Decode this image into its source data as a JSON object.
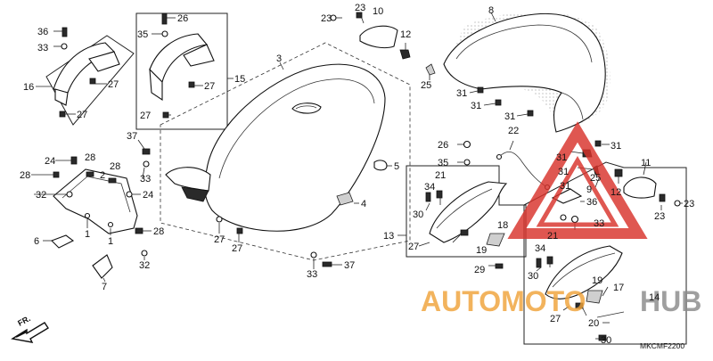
{
  "diagram_code": "MKCMF2200",
  "watermark": {
    "left": "AUTOMOTO",
    "right": "HUB"
  },
  "front_arrow_label": "FR.",
  "colors": {
    "watermark_red": "#d9332b",
    "watermark_orange": "#f0a33a",
    "watermark_grey": "#8a8a8a",
    "line": "#222222"
  },
  "callouts": [
    {
      "id": "c36a",
      "text": "36"
    },
    {
      "id": "c33a",
      "text": "33"
    },
    {
      "id": "c16",
      "text": "16"
    },
    {
      "id": "c27a",
      "text": "27"
    },
    {
      "id": "c27b",
      "text": "27"
    },
    {
      "id": "c26a",
      "text": "26"
    },
    {
      "id": "c35a",
      "text": "35"
    },
    {
      "id": "c15",
      "text": "15"
    },
    {
      "id": "c27c",
      "text": "27"
    },
    {
      "id": "c27d",
      "text": "27"
    },
    {
      "id": "c3",
      "text": "3"
    },
    {
      "id": "c23a",
      "text": "23"
    },
    {
      "id": "c23b",
      "text": "23"
    },
    {
      "id": "c10",
      "text": "10"
    },
    {
      "id": "c12a",
      "text": "12"
    },
    {
      "id": "c8",
      "text": "8"
    },
    {
      "id": "c25a",
      "text": "25"
    },
    {
      "id": "c31a",
      "text": "31"
    },
    {
      "id": "c31b",
      "text": "31"
    },
    {
      "id": "c31c",
      "text": "31"
    },
    {
      "id": "c31d",
      "text": "31"
    },
    {
      "id": "c37a",
      "text": "37"
    },
    {
      "id": "c33b",
      "text": "33"
    },
    {
      "id": "c24a",
      "text": "24"
    },
    {
      "id": "c28a",
      "text": "28"
    },
    {
      "id": "c2",
      "text": "2"
    },
    {
      "id": "c28b",
      "text": "28"
    },
    {
      "id": "c28c",
      "text": "28"
    },
    {
      "id": "c32a",
      "text": "32"
    },
    {
      "id": "c24b",
      "text": "24"
    },
    {
      "id": "c6",
      "text": "6"
    },
    {
      "id": "c1a",
      "text": "1"
    },
    {
      "id": "c1b",
      "text": "1"
    },
    {
      "id": "c28d",
      "text": "28"
    },
    {
      "id": "c32b",
      "text": "32"
    },
    {
      "id": "c7",
      "text": "7"
    },
    {
      "id": "c27e",
      "text": "27"
    },
    {
      "id": "c27f",
      "text": "27"
    },
    {
      "id": "c4",
      "text": "4"
    },
    {
      "id": "c5",
      "text": "5"
    },
    {
      "id": "c33c",
      "text": "33"
    },
    {
      "id": "c37b",
      "text": "37"
    },
    {
      "id": "c26b",
      "text": "26"
    },
    {
      "id": "c22",
      "text": "22"
    },
    {
      "id": "c35b",
      "text": "35"
    },
    {
      "id": "c21a",
      "text": "21"
    },
    {
      "id": "c34a",
      "text": "34"
    },
    {
      "id": "c30a",
      "text": "30"
    },
    {
      "id": "c27g",
      "text": "27"
    },
    {
      "id": "c13",
      "text": "13"
    },
    {
      "id": "c18",
      "text": "18"
    },
    {
      "id": "c19a",
      "text": "19"
    },
    {
      "id": "c29",
      "text": "29"
    },
    {
      "id": "c31e",
      "text": "31"
    },
    {
      "id": "c31f",
      "text": "31"
    },
    {
      "id": "c31g",
      "text": "31"
    },
    {
      "id": "c25b",
      "text": "25"
    },
    {
      "id": "c9",
      "text": "9"
    },
    {
      "id": "c11",
      "text": "11"
    },
    {
      "id": "c12b",
      "text": "12"
    },
    {
      "id": "c23c",
      "text": "23"
    },
    {
      "id": "c23d",
      "text": "23"
    },
    {
      "id": "c36b",
      "text": "36"
    },
    {
      "id": "c33d",
      "text": "33"
    },
    {
      "id": "c21b",
      "text": "21"
    },
    {
      "id": "c34b",
      "text": "34"
    },
    {
      "id": "c30b",
      "text": "30"
    },
    {
      "id": "c19b",
      "text": "19"
    },
    {
      "id": "c17",
      "text": "17"
    },
    {
      "id": "c14",
      "text": "14"
    },
    {
      "id": "c27h",
      "text": "27"
    },
    {
      "id": "c20",
      "text": "20"
    },
    {
      "id": "c30c",
      "text": "30"
    }
  ]
}
